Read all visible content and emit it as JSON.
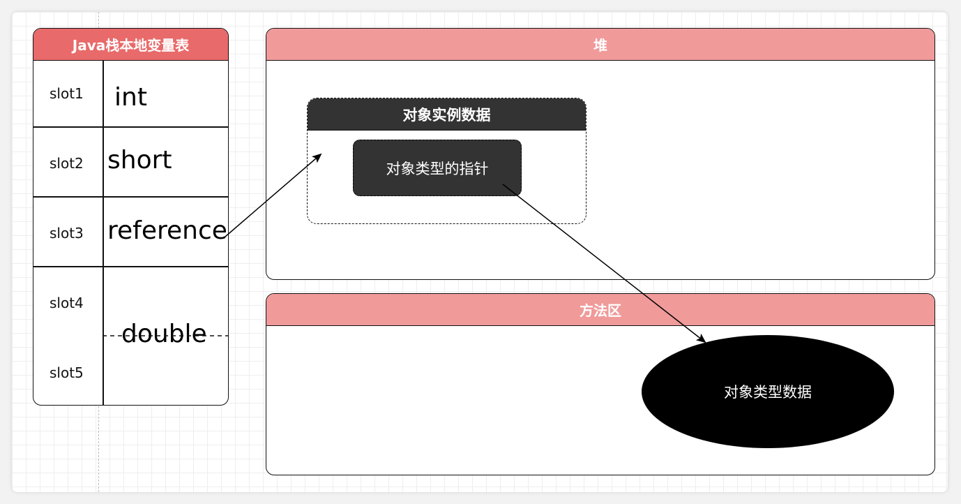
{
  "local_var_table": {
    "title": "Java栈本地变量表",
    "header_color": "#e86a6a",
    "slots": [
      "slot1",
      "slot2",
      "slot3",
      "slot4",
      "slot5"
    ],
    "types": [
      "int",
      "short",
      "reference",
      "double"
    ]
  },
  "heap": {
    "title": "堆",
    "header_color": "#f09a9a",
    "instance": {
      "title": "对象实例数据",
      "pointer_label": "对象类型的指针"
    }
  },
  "method_area": {
    "title": "方法区",
    "header_color": "#f09a9a",
    "type_data_label": "对象类型数据"
  }
}
